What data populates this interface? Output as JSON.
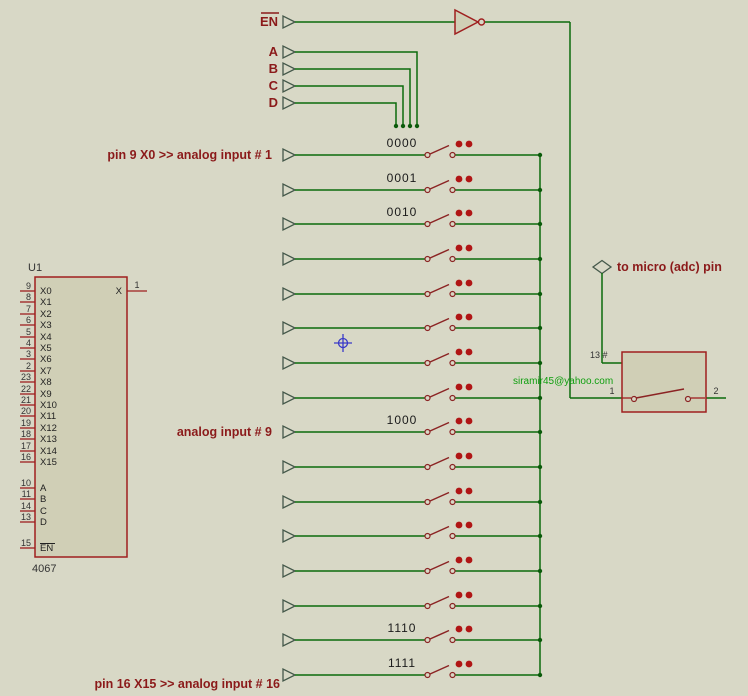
{
  "colors": {
    "background": "#d8d8c6",
    "wire_green": "#0b6b0b",
    "component_outline": "#9f1f1f",
    "component_fill": "#d0cfb6",
    "annotation_red": "#8b1a1a",
    "code_label": "#1a1a1a",
    "email_green": "#0f9f0f",
    "toggle_dot_red": "#b01515",
    "cursor_blue": "#3a3ac8"
  },
  "top": {
    "enable_label": "EN",
    "select_labels": [
      "A",
      "B",
      "C",
      "D"
    ]
  },
  "labels": {
    "row1_note": "pin 9 X0 >> analog input # 1",
    "row9_note": "analog input # 9",
    "row16_note": "pin 16 X15 >> analog input # 16",
    "to_micro": "to micro (adc) pin",
    "email": "siramir45@yahoo.com"
  },
  "select_codes": {
    "row1": "0000",
    "row2": "0001",
    "row3": "0010",
    "row9": "1000",
    "row15": "1110",
    "row16": "1111"
  },
  "chip": {
    "ref": "U1",
    "value": "4067",
    "output": {
      "pin": "1",
      "name": "X"
    },
    "inputs": [
      {
        "pin": "9",
        "name": "X0"
      },
      {
        "pin": "8",
        "name": "X1"
      },
      {
        "pin": "7",
        "name": "X2"
      },
      {
        "pin": "6",
        "name": "X3"
      },
      {
        "pin": "5",
        "name": "X4"
      },
      {
        "pin": "4",
        "name": "X5"
      },
      {
        "pin": "3",
        "name": "X6"
      },
      {
        "pin": "2",
        "name": "X7"
      },
      {
        "pin": "23",
        "name": "X8"
      },
      {
        "pin": "22",
        "name": "X9"
      },
      {
        "pin": "21",
        "name": "X10"
      },
      {
        "pin": "20",
        "name": "X11"
      },
      {
        "pin": "19",
        "name": "X12"
      },
      {
        "pin": "18",
        "name": "X13"
      },
      {
        "pin": "17",
        "name": "X14"
      },
      {
        "pin": "16",
        "name": "X15"
      }
    ],
    "selects": [
      {
        "pin": "10",
        "name": "A"
      },
      {
        "pin": "11",
        "name": "B"
      },
      {
        "pin": "14",
        "name": "C"
      },
      {
        "pin": "13",
        "name": "D"
      }
    ],
    "enable": {
      "pin": "15",
      "name": "EN"
    }
  },
  "out_switch": {
    "pin_top": "13 #",
    "pin_left": "1",
    "pin_right": "2"
  }
}
